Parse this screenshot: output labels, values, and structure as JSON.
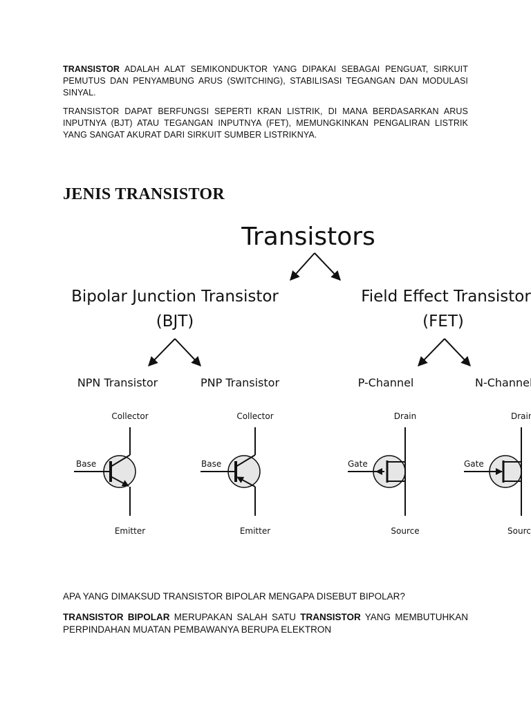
{
  "intro": {
    "p1_term": "TRANSISTOR",
    "p1_rest": " ADALAH ALAT SEMIKONDUKTOR YANG DIPAKAI SEBAGAI PENGUAT, SIRKUIT PEMUTUS DAN PENYAMBUNG ARUS (SWITCHING), STABILISASI TEGANGAN DAN MODULASI SINYAL.",
    "p2": "TRANSISTOR DAPAT BERFUNGSI SEPERTI KRAN LISTRIK, DI MANA BERDASARKAN ARUS INPUTNYA (BJT) ATAU TEGANGAN INPUTNYA (FET), MEMUNGKINKAN PENGALIRAN LISTRIK YANG SANGAT AKURAT DARI SIRKUIT SUMBER LISTRIKNYA."
  },
  "heading": "JENIS TRANSISTOR",
  "diagram": {
    "root": "Transistors",
    "bjt": {
      "line1": "Bipolar Junction Transistor",
      "line2": "(BJT)"
    },
    "fet": {
      "line1": "Field Effect Transistor",
      "line2": "(FET)"
    },
    "npn": {
      "title": "NPN Transistor",
      "top": "Collector",
      "side": "Base",
      "bottom": "Emitter"
    },
    "pnp": {
      "title": "PNP Transistor",
      "top": "Collector",
      "side": "Base",
      "bottom": "Emitter"
    },
    "pch": {
      "title": "P-Channel",
      "top": "Drain",
      "side": "Gate",
      "bottom": "Source"
    },
    "nch": {
      "title": "N-Channel",
      "top": "Drain",
      "side": "Gate",
      "bottom": "Source"
    }
  },
  "question": "APA YANG DIMAKSUD TRANSISTOR BIPOLAR MENGAPA DISEBUT BIPOLAR?",
  "answer": {
    "b1": "TRANSISTOR BIPOLAR",
    "t1": " MERUPAKAN SALAH SATU ",
    "b2": "TRANSISTOR",
    "t2": " YANG MEMBUTUHKAN PERPINDAHAN MUATAN PEMBAWANYA BERUPA ELEKTRON"
  }
}
